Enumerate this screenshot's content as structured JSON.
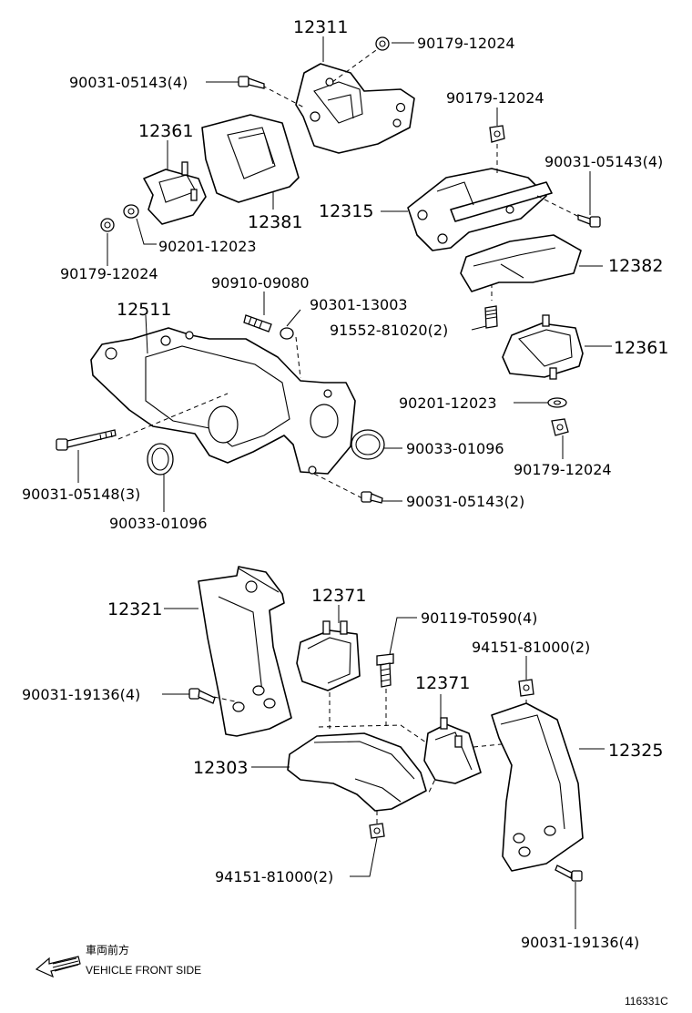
{
  "labels": {
    "p12311": "12311",
    "p90179_a": "90179-12024",
    "p90031_05143_4a": "90031-05143(4)",
    "p12361_a": "12361",
    "p90179_b": "90179-12024",
    "p90031_05143_4b": "90031-05143(4)",
    "p12315": "12315",
    "p12381": "12381",
    "p90201_a": "90201-12023",
    "p90179_c": "90179-12024",
    "p12382": "12382",
    "p90910": "90910-09080",
    "p90301": "90301-13003",
    "p12511": "12511",
    "p91552": "91552-81020(2)",
    "p12361_b": "12361",
    "p90201_b": "90201-12023",
    "p90033_a": "90033-01096",
    "p90179_d": "90179-12024",
    "p90031_05148": "90031-05148(3)",
    "p90031_05143_2": "90031-05143(2)",
    "p90033_b": "90033-01096",
    "p12321": "12321",
    "p12371_a": "12371",
    "p90119": "90119-T0590(4)",
    "p94151_a": "94151-81000(2)",
    "p90031_19136_a": "90031-19136(4)",
    "p12371_b": "12371",
    "p12325": "12325",
    "p12303": "12303",
    "p94151_b": "94151-81000(2)",
    "p90031_19136_b": "90031-19136(4)"
  },
  "direction_note": {
    "japanese": "車両前方",
    "english": "VEHICLE FRONT SIDE"
  },
  "figure_id": "116331C"
}
